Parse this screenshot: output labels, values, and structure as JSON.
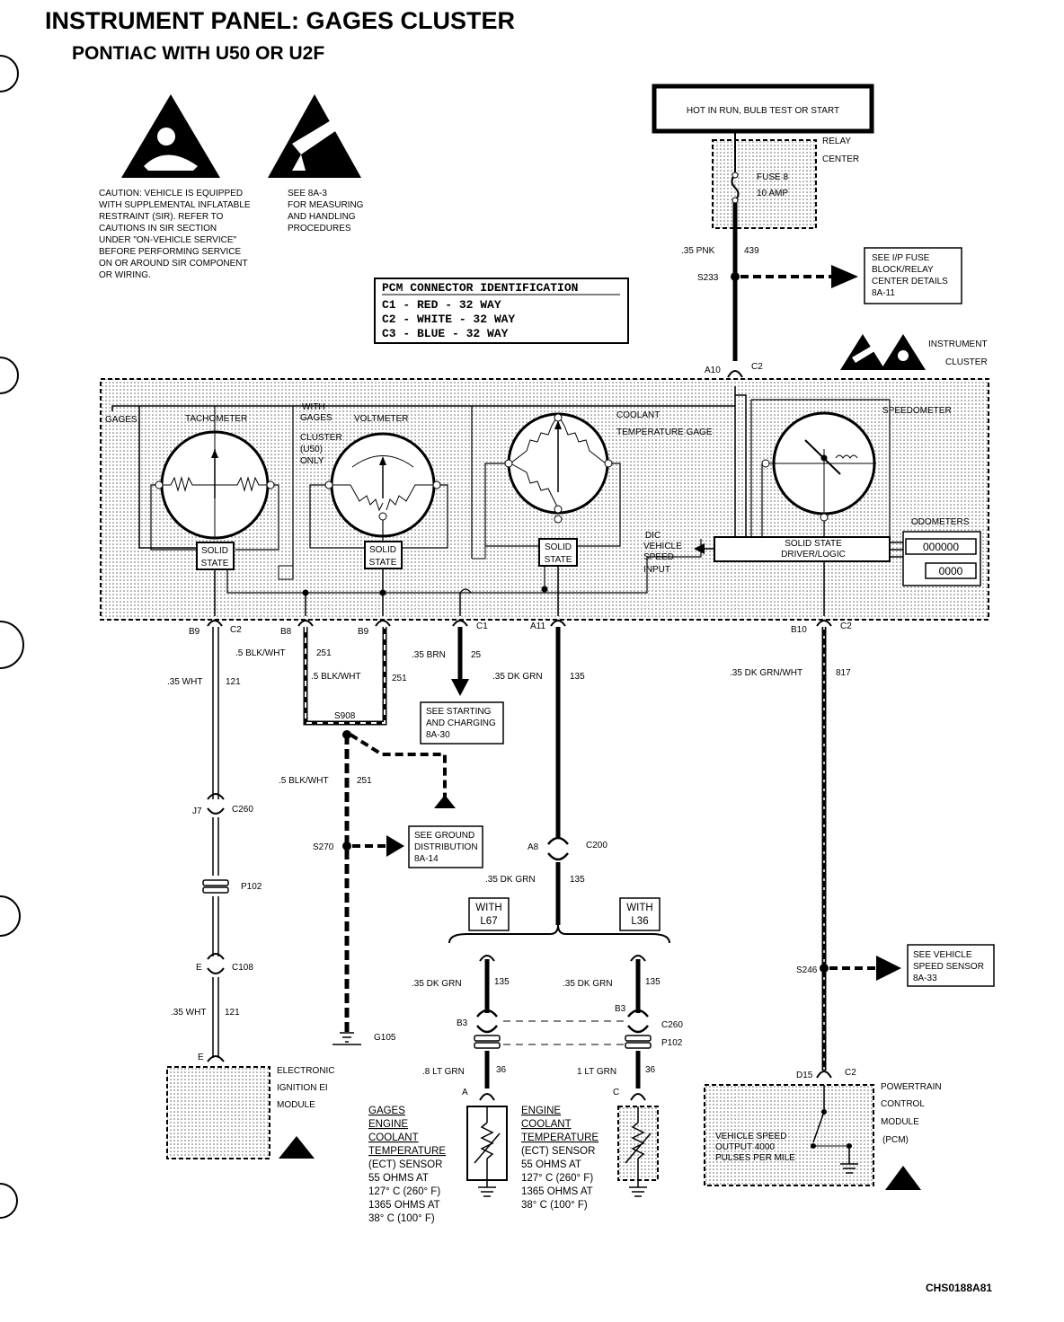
{
  "title": "INSTRUMENT PANEL:  GAGES CLUSTER",
  "subtitle": "PONTIAC WITH U50 OR U2F",
  "caution": {
    "lines": [
      "CAUTION: VEHICLE IS EQUIPPED",
      "WITH SUPPLEMENTAL INFLATABLE",
      "RESTRAINT (SIR). REFER TO",
      "CAUTIONS IN SIR SECTION",
      "UNDER \"ON-VEHICLE SERVICE\"",
      "BEFORE PERFORMING SERVICE",
      "ON OR AROUND SIR COMPONENT",
      "OR WIRING."
    ]
  },
  "esd_note": {
    "lines": [
      "SEE 8A-3",
      "FOR MEASURING",
      "AND HANDLING",
      "PROCEDURES"
    ]
  },
  "pcm_id": {
    "title": "PCM CONNECTOR IDENTIFICATION",
    "rows": [
      "C1 - RED    - 32 WAY",
      "C2 - WHITE  - 32 WAY",
      "C3 - BLUE   - 32 WAY"
    ]
  },
  "hot_box": "HOT IN RUN, BULB TEST OR START",
  "relay_center": {
    "line1": "RELAY",
    "line2": "CENTER",
    "fuse": "FUSE 8",
    "amp": "10 AMP"
  },
  "fuse_block_ref": {
    "lines": [
      "SEE I/P FUSE",
      "BLOCK/RELAY",
      "CENTER DETAILS",
      "8A-11"
    ]
  },
  "cluster": {
    "label1": "INSTRUMENT",
    "label2": "CLUSTER",
    "gages": "GAGES",
    "tachometer": "TACHOMETER",
    "voltmeter": "VOLTMETER",
    "with_gages": [
      "WITH",
      "GAGES",
      "CLUSTER",
      "(U50)",
      "ONLY"
    ],
    "coolant": [
      "COOLANT",
      "TEMPERATURE GAGE"
    ],
    "speedometer": "SPEEDOMETER",
    "solid": "SOLID",
    "state": "STATE",
    "dic": [
      "DIC",
      "VEHICLE",
      "SPEED",
      "INPUT"
    ],
    "driver1": "SOLID STATE",
    "driver2": "DRIVER/LOGIC",
    "odometers": "ODOMETERS",
    "odo1": "000000",
    "odo2": "0000"
  },
  "wires": {
    "pnk": ".35 PNK",
    "c439": "439",
    "s233": "S233",
    "a10": "A10",
    "c2a": "C2",
    "b9a": "B9",
    "c2b": "C2",
    "b8": "B8",
    "b9b": "B9",
    "c1": "C1",
    "a11": "A11",
    "b10": "B10",
    "c2c": "C2",
    "wht1": ".35 WHT",
    "c121a": "121",
    "blk1": ".5 BLK/WHT",
    "c251a": "251",
    "blk2": ".5 BLK/WHT",
    "c251b": "251",
    "brn": ".35 BRN",
    "c25": "25",
    "grn1": ".35 DK GRN",
    "c135a": "135",
    "grnwht": ".35 DK GRN/WHT",
    "c817": "817",
    "s908": "S908",
    "blk3": ".5 BLK/WHT",
    "c251c": "251",
    "j7": "J7",
    "c260a": "C260",
    "p102a": "P102",
    "e1": "E",
    "c108": "C108",
    "wht2": ".35 WHT",
    "c121b": "121",
    "e2": "E",
    "s270": "S270",
    "g105": "G105",
    "a8": "A8",
    "c200": "C200",
    "grn2": ".35 DK GRN",
    "c135b": "135",
    "grn3": ".35 DK GRN",
    "c135c": "135",
    "grn4": ".35 DK GRN",
    "c135d": "135",
    "b3a": "B3",
    "b3b": "B3",
    "c260b": "C260",
    "p102b": "P102",
    "ltgrn1": ".8 LT GRN",
    "c36a": "36",
    "ltgrn2": "1 LT GRN",
    "c36b": "36",
    "pa": "A",
    "pc": "C",
    "s246": "S246",
    "d15": "D15",
    "c2d": "C2"
  },
  "refs": {
    "starting": [
      "SEE STARTING",
      "AND CHARGING",
      "8A-30"
    ],
    "ground": [
      "SEE GROUND",
      "DISTRIBUTION",
      "8A-14"
    ],
    "vss": [
      "SEE VEHICLE",
      "SPEED SENSOR",
      "8A-33"
    ]
  },
  "with_l67": [
    "WITH",
    "L67"
  ],
  "with_l36": [
    "WITH",
    "L36"
  ],
  "ei_module": [
    "ELECTRONIC",
    "IGNITION EI",
    "MODULE"
  ],
  "pcm_module": [
    "POWERTRAIN",
    "CONTROL",
    "MODULE",
    "(PCM)"
  ],
  "vss_output": [
    "VEHICLE SPEED",
    "OUTPUT 4000",
    "PULSES PER MILE"
  ],
  "gages_sensor": [
    "GAGES",
    "ENGINE",
    "COOLANT",
    "TEMPERATURE",
    "(ECT) SENSOR",
    "55 OHMS AT",
    "127° C (260° F)",
    "1365 OHMS AT",
    "38° C (100° F)"
  ],
  "engine_sensor": [
    "ENGINE",
    "COOLANT",
    "TEMPERATURE",
    "(ECT) SENSOR",
    "55 OHMS AT",
    "127° C (260° F)",
    "1365 OHMS AT",
    "38° C (100° F)"
  ],
  "doc_id": "CHS0188A81"
}
